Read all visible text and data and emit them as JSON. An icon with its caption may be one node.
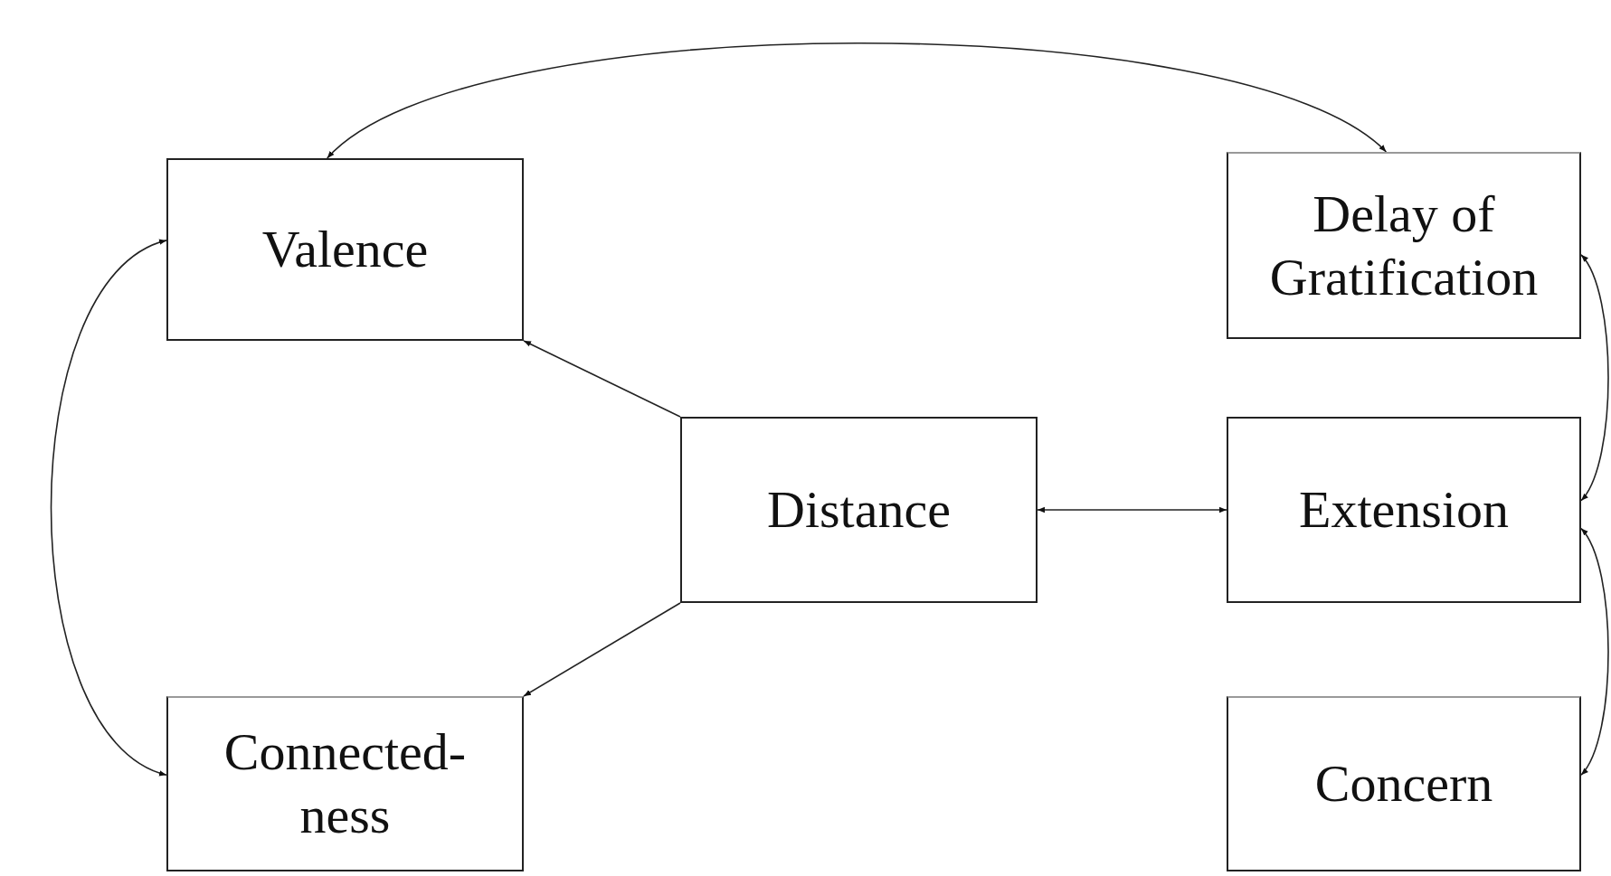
{
  "diagram": {
    "nodes": [
      {
        "text": [
          "Valence"
        ]
      },
      {
        "text": [
          "Delay of Gratification"
        ]
      },
      {
        "text": [
          "Distance"
        ]
      },
      {
        "text": [
          "Extension"
        ]
      },
      {
        "text": [
          "Connected- ness"
        ]
      },
      {
        "text": [
          "Concern"
        ]
      }
    ],
    "edges": [
      {
        "from": 0,
        "to": 1,
        "arrow": "both"
      },
      {
        "from": 2,
        "to": 0,
        "arrow": "to"
      },
      {
        "from": 2,
        "to": 4,
        "arrow": "to"
      },
      {
        "from": 2,
        "to": 3,
        "arrow": "both"
      },
      {
        "from": 0,
        "to": 4,
        "arrow": "both"
      },
      {
        "from": 1,
        "to": 3,
        "arrow": "both"
      },
      {
        "from": 3,
        "to": 5,
        "arrow": "both"
      }
    ]
  }
}
